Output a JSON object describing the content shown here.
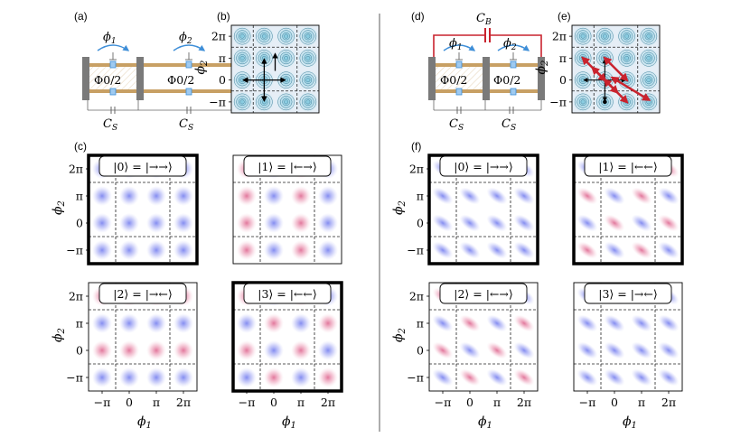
{
  "colors": {
    "blue_blob": "#7d86f0",
    "pink_blob": "#e06f96",
    "cyan_blob": "#79c6dd",
    "arrow_red": "#c9232e",
    "wire_red": "#c9232e",
    "junction_blue": "#3f8fd8",
    "cap_gold": "#c8a064",
    "gray": "#777777"
  },
  "labels": {
    "a": "(a)",
    "b": "(b)",
    "c": "(c)",
    "d": "(d)",
    "e": "(e)",
    "f": "(f)"
  },
  "circuit": {
    "phi1": "ϕ",
    "phi1_sub": "1",
    "phi2": "ϕ",
    "phi2_sub": "2",
    "flux": "Φ",
    "flux_tail": "0/2",
    "cs": "C",
    "cs_sub": "S",
    "cb": "C",
    "cb_sub": "B"
  },
  "axes": {
    "ylabel": "ϕ",
    "ylabel_sub": "2",
    "xlabel": "ϕ",
    "xlabel_sub": "1",
    "yticks": [
      "2π",
      "π",
      "0",
      "−π"
    ],
    "xticks": [
      "−π",
      "0",
      "π",
      "2π"
    ]
  },
  "states": {
    "c0": "|0⟩ = |→→⟩",
    "c1": "|1⟩ = |←→⟩",
    "c2": "|2⟩ = |→←⟩",
    "c3": "|3⟩ = |←←⟩",
    "f0": "|0⟩ = |→→⟩",
    "f1": "|1⟩ = |←←⟩",
    "f2": "|2⟩ = |←→⟩",
    "f3": "|3⟩ = |→←⟩"
  }
}
